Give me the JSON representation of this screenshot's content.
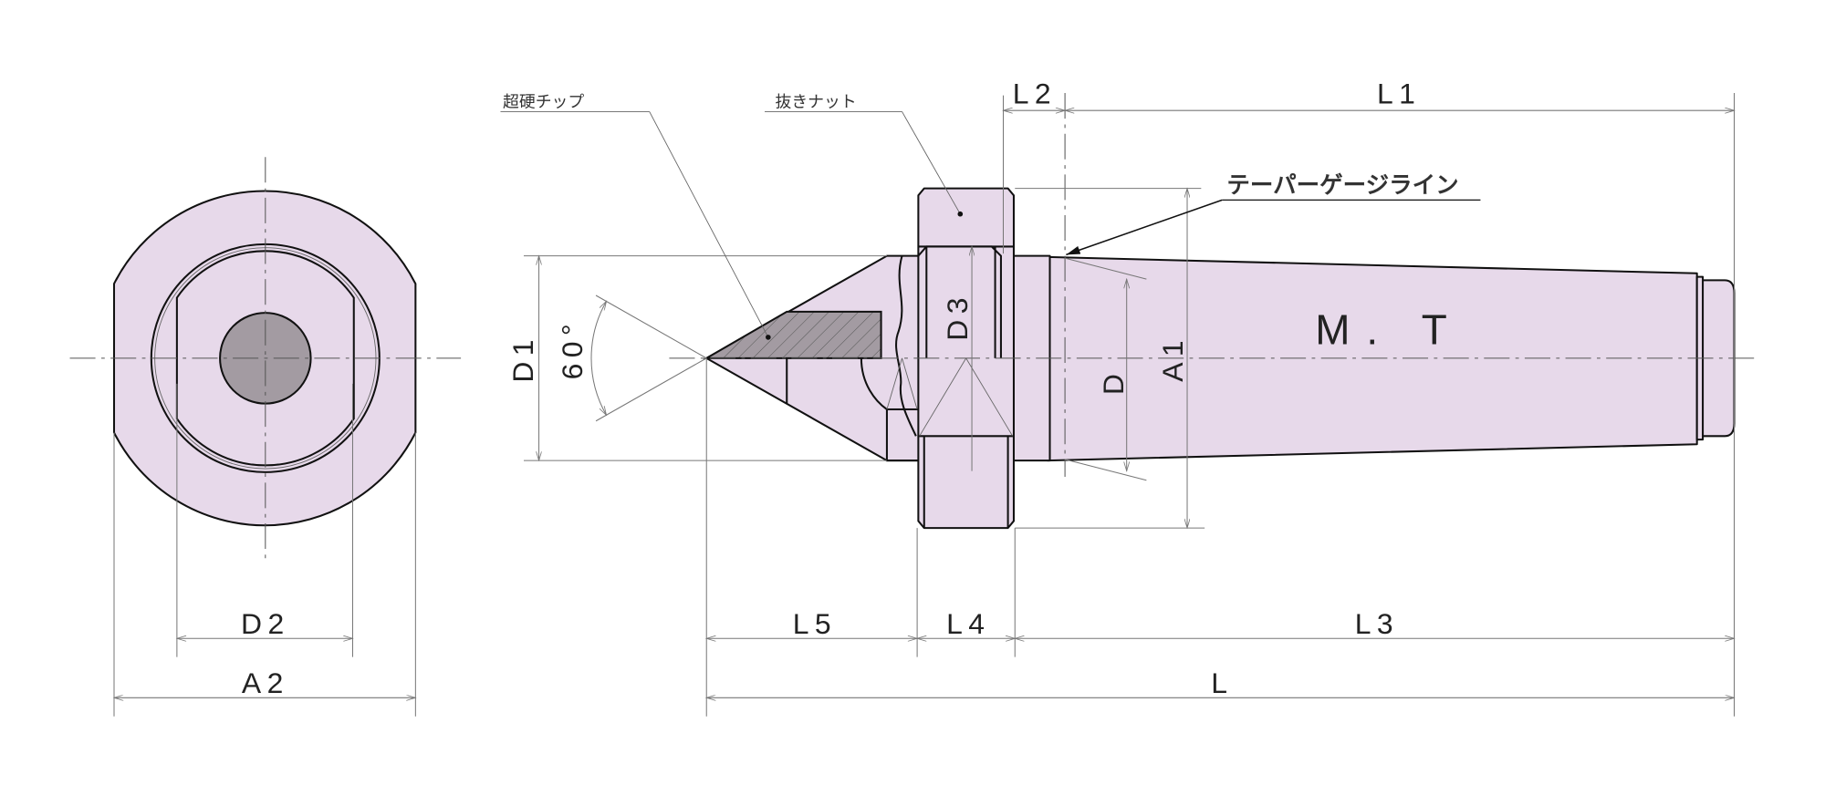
{
  "labels": {
    "carbide_tip": "超硬チップ",
    "extraction_nut": "抜きナット",
    "taper_gauge_line": "テーパーゲージライン",
    "morse_taper": "M. T"
  },
  "dimensions": {
    "D": "D",
    "D1": "D1",
    "D2": "D2",
    "D3": "D3",
    "A1": "A1",
    "A2": "A2",
    "L": "L",
    "L1": "L1",
    "L2": "L2",
    "L3": "L3",
    "L4": "L4",
    "L5": "L5",
    "angle": "60°"
  },
  "colors": {
    "body": "#e7d9ea",
    "carbide": "#a39ba2"
  }
}
